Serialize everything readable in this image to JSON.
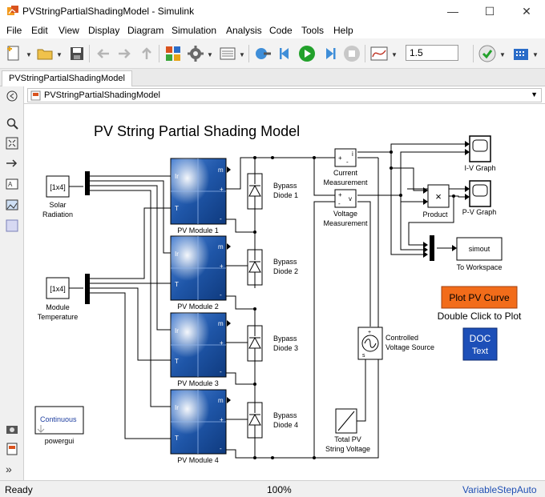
{
  "window": {
    "title": "PVStringPartialShadingModel - Simulink"
  },
  "menu": [
    "File",
    "Edit",
    "View",
    "Display",
    "Diagram",
    "Simulation",
    "Analysis",
    "Code",
    "Tools",
    "Help"
  ],
  "toolbar": {
    "stop_time": "1.5"
  },
  "tab": {
    "label": "PVStringPartialShadingModel"
  },
  "address": {
    "path": "PVStringPartialShadingModel"
  },
  "model": {
    "title": "PV String Partial Shading Model",
    "solar_block": "[1x4]",
    "solar_label_1": "Solar",
    "solar_label_2": "Radiation",
    "temp_block": "[1x4]",
    "temp_label_1": "Module",
    "temp_label_2": "Temperature",
    "modules": [
      "PV Module 1",
      "PV Module 2",
      "PV Module 3",
      "PV Module 4"
    ],
    "port_ir": "Ir",
    "port_t": "T",
    "port_m": "m",
    "port_plus": "+",
    "port_minus": "-",
    "bypass_1": [
      "Bypass",
      "Diode 1"
    ],
    "bypass_2": [
      "Bypass",
      "Diode 2"
    ],
    "bypass_3": [
      "Bypass",
      "Diode 3"
    ],
    "bypass_4": [
      "Bypass",
      "Diode 4"
    ],
    "current_meas": [
      "Current",
      "Measurement"
    ],
    "voltage_meas": [
      "Voltage",
      "Measurement"
    ],
    "meas_i": "i",
    "meas_v": "v",
    "product": "Product",
    "product_symbol": "×",
    "iv_graph": "I-V Graph",
    "pv_graph": "P-V Graph",
    "simout": "simout",
    "to_workspace": "To Workspace",
    "plot_button": "Plot PV Curve",
    "plot_hint": "Double Click to Plot",
    "doc_line1": "DOC",
    "doc_line2": "Text",
    "controlled_source": [
      "Controlled",
      "Voltage Source"
    ],
    "ramp": [
      "Total PV",
      "String Voltage"
    ],
    "powergui_block": "Continuous",
    "powergui_label": "powergui"
  },
  "status": {
    "left": "Ready",
    "zoom": "100%",
    "solver": "VariableStepAuto"
  },
  "colors": {
    "plot_button_bg": "#f26c1a",
    "doc_bg": "#1d4fb8",
    "doc_text": "#ffffff",
    "module_panel": "#1f56a8",
    "wire": "#000000",
    "solver_text": "#1f4fb4",
    "run_icon": "#22a12b"
  },
  "icons": [
    "simulink-app-icon",
    "minimize-icon",
    "maximize-icon",
    "close-icon",
    "new-model-icon",
    "open-folder-icon",
    "save-icon",
    "back-arrow-icon",
    "forward-arrow-icon",
    "up-arrow-icon",
    "library-browser-icon",
    "model-config-icon",
    "model-explorer-icon",
    "step-back-icon",
    "run-icon",
    "step-forward-icon",
    "stop-icon",
    "scope-icon",
    "check-icon",
    "build-icon"
  ]
}
